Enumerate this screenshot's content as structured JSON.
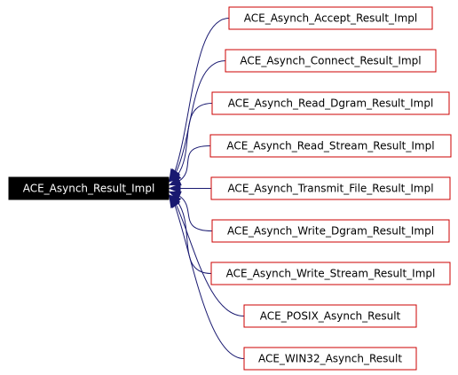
{
  "diagram": {
    "colors": {
      "base_fill": "#000000",
      "base_text": "#ffffff",
      "derived_border": "#cc0000",
      "derived_text": "#000000",
      "edge": "#191970",
      "background": "#ffffff"
    },
    "base": {
      "label": "ACE_Asynch_Result_Impl"
    },
    "derived": [
      {
        "label": "ACE_Asynch_Accept_Result_Impl"
      },
      {
        "label": "ACE_Asynch_Connect_Result_Impl"
      },
      {
        "label": "ACE_Asynch_Read_Dgram_Result_Impl"
      },
      {
        "label": "ACE_Asynch_Read_Stream_Result_Impl"
      },
      {
        "label": "ACE_Asynch_Transmit_File_Result_Impl"
      },
      {
        "label": "ACE_Asynch_Write_Dgram_Result_Impl"
      },
      {
        "label": "ACE_Asynch_Write_Stream_Result_Impl"
      },
      {
        "label": "ACE_POSIX_Asynch_Result"
      },
      {
        "label": "ACE_WIN32_Asynch_Result"
      }
    ]
  }
}
